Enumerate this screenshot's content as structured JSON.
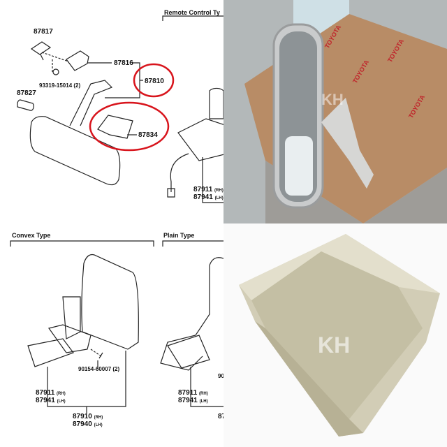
{
  "top_diagram": {
    "section_title": "Remote Control Ty",
    "parts": [
      "87817",
      "87816",
      "87810",
      "93319-15014 (2)",
      "87827",
      "87834"
    ],
    "right_part_a": "87911",
    "right_part_a_side": "(RH)",
    "right_part_b": "87941",
    "right_part_b_side": "(LH)",
    "highlight_color": "#d8141c"
  },
  "bottom_diagram": {
    "convex_title": "Convex Type",
    "plain_title": "Plain Type",
    "screw": "90154-60007 (2)",
    "bracket_rh": "87911",
    "bracket_lh": "87941",
    "mirror_rh": "87910",
    "mirror_lh": "87940",
    "rh": "(RH)",
    "lh": "(LH)",
    "plain_screw_partial": "90",
    "plain_mirror_partial": "87"
  },
  "photo_mirror": {
    "box_text": "TOYOTA",
    "watermark": "KH"
  },
  "photo_cover": {
    "watermark": "KH"
  }
}
